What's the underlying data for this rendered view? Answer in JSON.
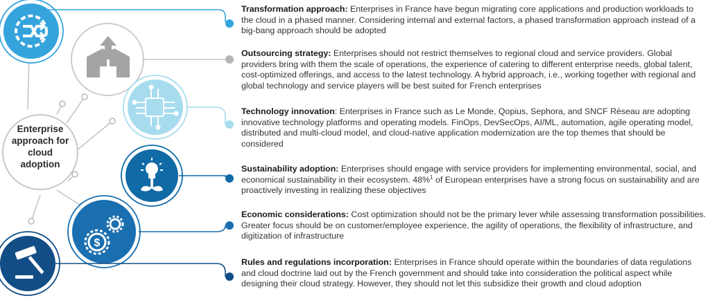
{
  "center_label": "Enterprise approach for cloud adoption",
  "items": [
    {
      "title": "Transformation approach:",
      "text": "Enterprises in France have begun migrating core applications and production workloads to the cloud in a phased manner. Considering internal and external factors, a phased transformation approach instead of a big-bang approach should be adopted",
      "icon": "cloud-migration-gear-icon",
      "color": "#35a4dc"
    },
    {
      "title": "Outsourcing strategy:",
      "text": "Enterprises should not restrict themselves to regional cloud and service providers. Global providers bring with them the scale of operations, the experience of catering to different enterprise needs, global talent, cost-optimized offerings, and access to the latest technology. A hybrid approach, i.e., working together with regional and global technology and service players will be best suited for French enterprises",
      "icon": "outsourcing-box-icon",
      "color": "#9a9a9a"
    },
    {
      "title": "Technology innovation",
      "text": ": Enterprises in France such as Le Monde, Qopius, Sephora, and SNCF Réseau are adopting innovative technology platforms and operating models. FinOps, DevSecOps, AI/ML, automation, agile operating model, distributed and multi-cloud model, and cloud-native application modernization are the top themes that should be considered",
      "icon": "circuit-board-icon",
      "color": "#a7dcef"
    },
    {
      "title": "Sustainability adoption:",
      "text_before": "Enterprises should engage with service providers for implementing environmental, social, and economical sustainability in their ecosystem. 48%",
      "footnote": "1",
      "text_after": " of European enterprises have a strong focus on sustainability and are proactively investing in realizing these objectives",
      "icon": "lightbulb-plant-icon",
      "color": "#0f6aa6"
    },
    {
      "title": "Economic considerations:",
      "text": "Cost optimization should not be the primary lever while assessing transformation possibilities. Greater focus should be on customer/employee experience, the agility of operations, the flexibility of infrastructure, and digitization of infrastructure",
      "icon": "dollar-gears-icon",
      "color": "#1a6fb0"
    },
    {
      "title": "Rules and regulations incorporation:",
      "text": "Enterprises in France should operate within the boundaries of data regulations and cloud doctrine laid out by the French government and should take into consideration the political aspect while designing their cloud strategy. However, they should not let this subsidize their growth and cloud adoption",
      "icon": "gavel-icon",
      "color": "#124d86"
    }
  ]
}
